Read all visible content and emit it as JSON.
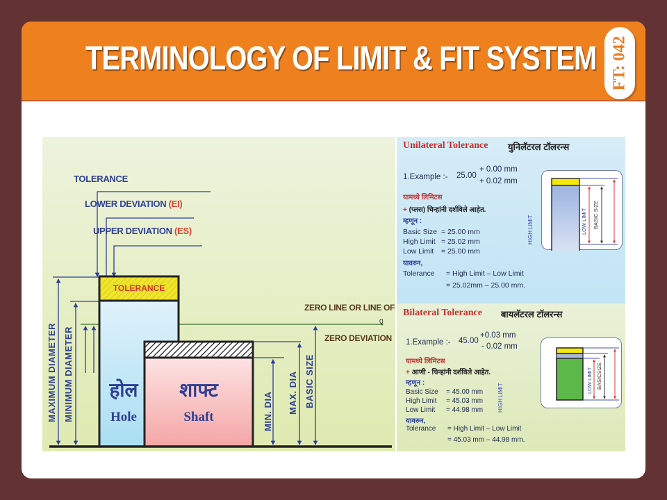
{
  "header": {
    "title": "TERMINOLOGY OF LIMIT & FIT SYSTEM",
    "code": "FT: 042"
  },
  "colors": {
    "background": "#633232",
    "banner": "#ee801e",
    "label_blue": "#2e3f95",
    "accent_red": "#e0412e",
    "tolerance_yellow": "#f0e52a",
    "hole_blue": "#bfe6f5",
    "shaft_pink": "#f7b8b8",
    "bilateral_green": "#5cb848"
  },
  "diagram": {
    "labels": {
      "tolerance": "TOLERANCE",
      "lower_deviation": "LOWER DEVIATION",
      "lower_deviation_code": "(EI)",
      "upper_deviation": "UPPER DEVIATION",
      "upper_deviation_code": "(ES)",
      "tolerance_zone": "TOLERANCE",
      "zero_line": "ZERO LINE OR LINE OF",
      "zero_deviation": "ZERO DEVIATION",
      "zero_mark": "0",
      "maximum_diameter": "MAXIMUM  DIAMETER",
      "minimum_diameter": "MINIMUM  DIAMETER",
      "min_dia": "MIN. DIA",
      "max_dia": "MAX. DIA",
      "basic_size": "BASIC SIZE"
    },
    "hole": {
      "label_mr": "होल",
      "label_en": "Hole"
    },
    "shaft": {
      "label_mr": "शाफ्ट",
      "label_en": "Shaft"
    }
  },
  "unilateral": {
    "title": "Unilateral Tolerance",
    "title_mr": "युनिलॅटरल टॉलरन्स",
    "example_label": "1.Example :-",
    "example_base": "25.00",
    "example_upper": "+ 0.00 mm",
    "example_lower": "+ 0.02 mm",
    "limits_mr": "यामध्ये लिमिटस",
    "sign_plus": "+",
    "signs_mr": "(प्लस) चिन्हांनी दर्शविले आहेत.",
    "hence_mr": "म्हणून :",
    "rows": [
      {
        "label": "Basic Size",
        "value": "=   25.00  mm"
      },
      {
        "label": "High Limit",
        "value": "=   25.02  mm"
      },
      {
        "label": "Low Limit",
        "value": "=   25.00  mm"
      }
    ],
    "therefore_mr": "यावरुन,",
    "tolerance_label": "Tolerance",
    "tolerance_formula": "= High Limit  –  Low Limit",
    "tolerance_values": "= 25.02mm   –   25.00 mm.",
    "high_limit_label": "HIGH LIMIT",
    "low_limit_label": "LOW LIMIT",
    "basic_size_label": "BASIC SIZE"
  },
  "bilateral": {
    "title": "Bilateral Tolerance",
    "title_mr": "बायलॅटरल टॉलरन्स",
    "example_label": "1.Example :-",
    "example_base": "45.00",
    "example_upper": "+0.03 mm",
    "example_lower": "- 0.02 mm",
    "limits_mr": "यामध्ये लिमिटस",
    "sign_plus": "+",
    "signs_mr": "आणी - चिन्हांनी दर्शविले आहेत.",
    "hence_mr": "म्हणून :",
    "rows": [
      {
        "label": "Basic Size",
        "value": "=   45.00 mm"
      },
      {
        "label": "High Limit",
        "value": "=   45.03 mm"
      },
      {
        "label": "Low Limit",
        "value": "=   44.98 mm"
      }
    ],
    "therefore_mr": "यावरुन,",
    "tolerance_label": "Tolerance",
    "tolerance_formula": "= High Limit  –  Low Limit",
    "tolerance_values": "= 45.03 mm   –   44.98 mm.",
    "high_limit_label": "HIGH LIMIT",
    "low_limit_label": "LOW LIMIT",
    "basic_size_label": "BASICSIZE"
  }
}
